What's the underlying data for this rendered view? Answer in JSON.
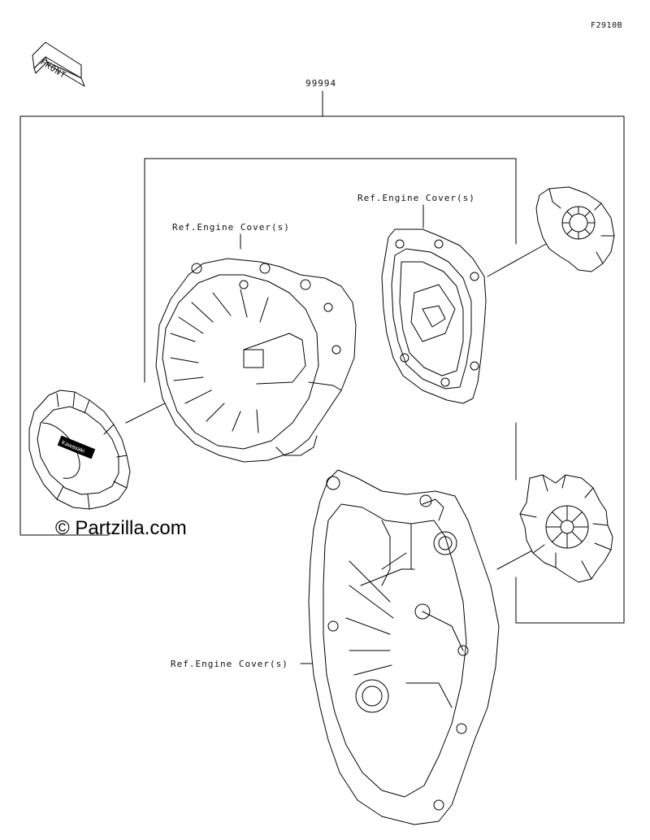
{
  "figure_code": "F2910B",
  "front_label": "FRONT",
  "part_number": "99994",
  "ref_labels": [
    "Ref.Engine Cover(s)",
    "Ref.Engine Cover(s)",
    "Ref.Engine Cover(s)"
  ],
  "emblem_text": "Kawasaki",
  "watermark": "© Partzilla.com"
}
